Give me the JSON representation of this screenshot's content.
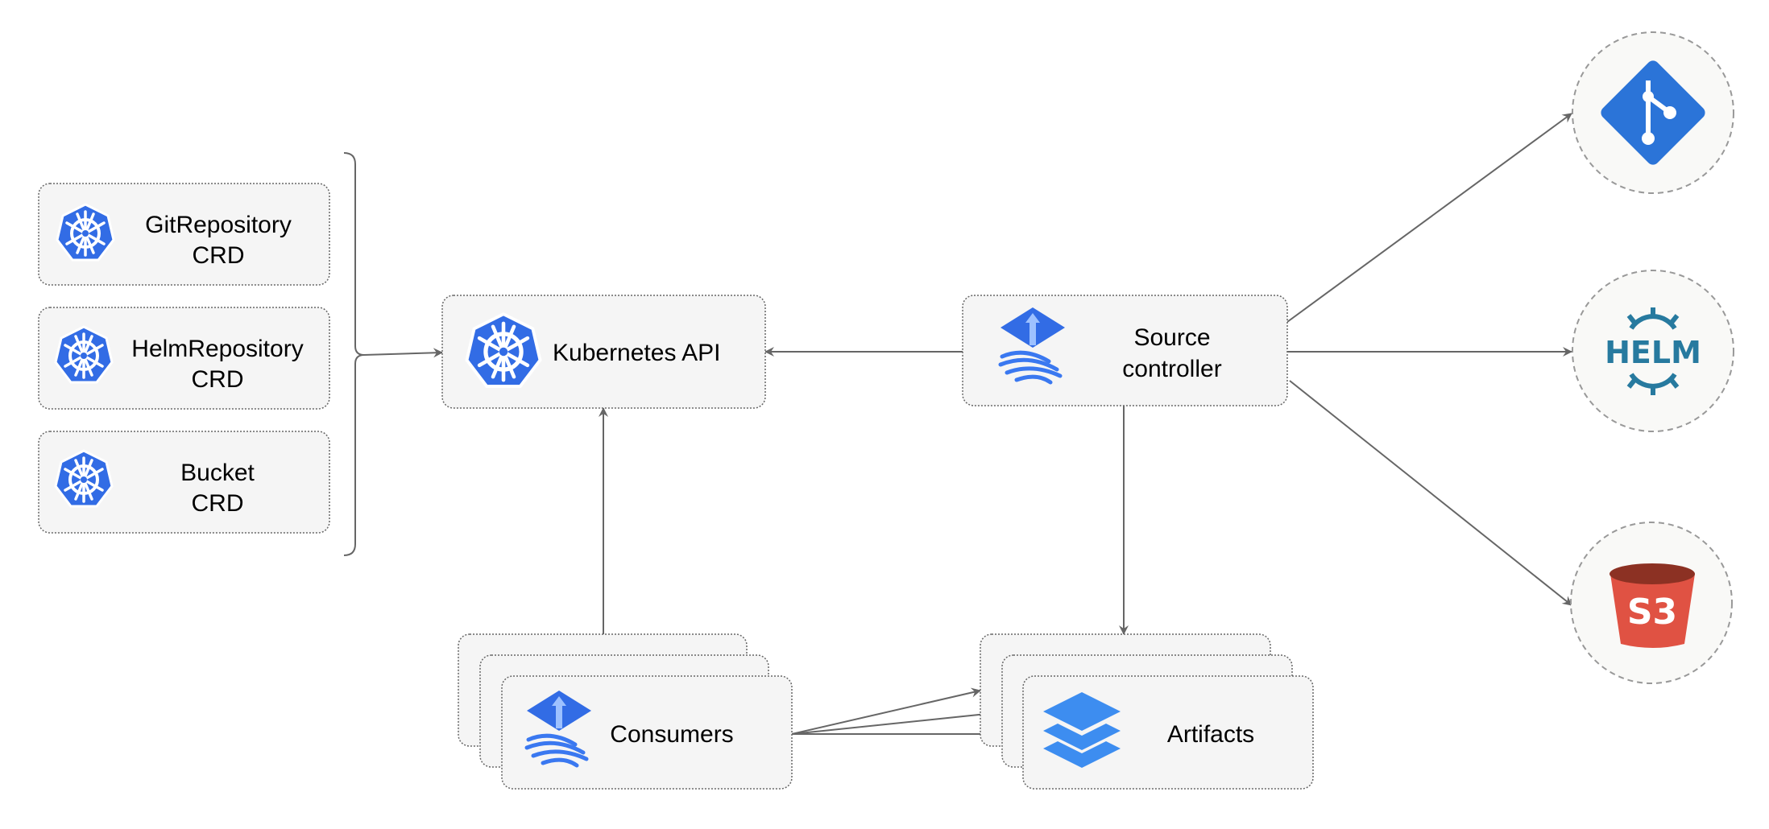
{
  "nodes": {
    "git_repository_crd": {
      "line1": "GitRepository",
      "line2": "CRD",
      "icon": "kubernetes-icon"
    },
    "helm_repository_crd": {
      "line1": "HelmRepository",
      "line2": "CRD",
      "icon": "kubernetes-icon"
    },
    "bucket_crd": {
      "line1": "Bucket",
      "line2": "CRD",
      "icon": "kubernetes-icon"
    },
    "kubernetes_api": {
      "label": "Kubernetes API",
      "icon": "kubernetes-icon"
    },
    "source_controller": {
      "line1": "Source",
      "line2": "controller",
      "icon": "flux-icon"
    },
    "consumers": {
      "label": "Consumers",
      "icon": "flux-icon"
    },
    "artifacts": {
      "label": "Artifacts",
      "icon": "layers-icon"
    },
    "git": {
      "icon": "git-icon"
    },
    "helm": {
      "icon": "helm-icon",
      "logo_text": "HELM"
    },
    "s3": {
      "icon": "s3-bucket-icon",
      "logo_text": "S3"
    }
  },
  "colors": {
    "kubernetes": "#326CE5",
    "git": "#2B74D8",
    "helm": "#277A9F",
    "s3_red": "#E05243",
    "s3_dark": "#8C3123",
    "node_fill": "#F5F5F5",
    "edge": "#666666"
  }
}
